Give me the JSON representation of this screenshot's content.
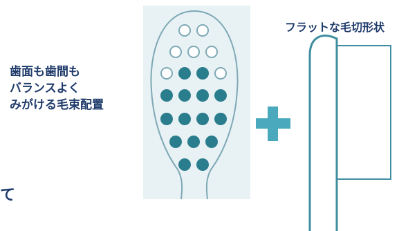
{
  "left_caption": {
    "lines": [
      "歯面も歯間も",
      "バランスよく",
      "みがける毛束配置"
    ]
  },
  "right_caption": "フラットな毛切形状",
  "edge_text": "て",
  "colors": {
    "text": "#1f3b6b",
    "panel": "#e8f1f4",
    "outline": "#7da9b5",
    "tuft": "#2a7d8d",
    "plus": "#4ba9be",
    "side_outline": "#3f8ea0"
  },
  "icons": {
    "plus": "plus-icon",
    "front_view": "toothbrush-head-front-icon",
    "side_view": "toothbrush-head-side-icon"
  }
}
